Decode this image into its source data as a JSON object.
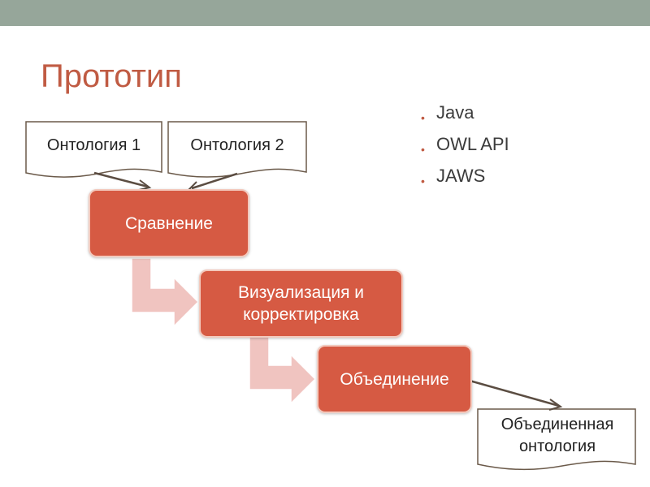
{
  "slide": {
    "title": "Прототип",
    "bullets": [
      "Java",
      "OWL API",
      "JAWS"
    ]
  },
  "inputs": {
    "ontology_1": "Онтология 1",
    "ontology_2": "Онтология 2"
  },
  "steps": {
    "compare": "Сравнение",
    "visualize": "Визуализация  и корректировка",
    "merge": "Объединение"
  },
  "output": {
    "label": "Объединенная онтология"
  },
  "colors": {
    "accent": "#c05b43",
    "step_fill": "#d65a43",
    "bend_arrow": "#f0c4c0",
    "header_bar": "#96a69a"
  }
}
